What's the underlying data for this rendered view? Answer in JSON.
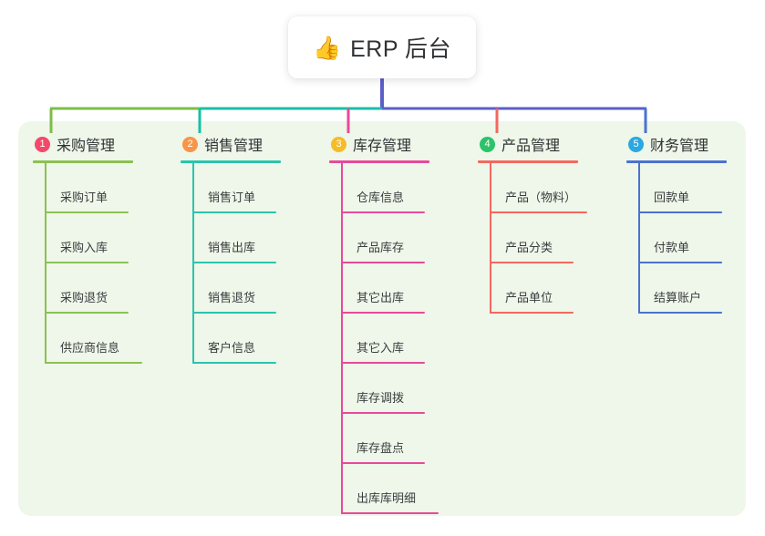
{
  "root": {
    "icon": "thumbs-up-icon",
    "emoji": "👍",
    "title": "ERP 后台"
  },
  "panel": {
    "background_color": "#eef7e9"
  },
  "connector_colors": {
    "root_stem": "#5b5fc7",
    "bar_left": "#7cbe4a",
    "bar_mid": "#18bfa6",
    "bar_right": "#5b5fc7",
    "drop_1": "#7cbe4a",
    "drop_2": "#18bfa6",
    "drop_3": "#ec4899",
    "drop_4": "#f4685f",
    "drop_5": "#4a72d0"
  },
  "columns": [
    {
      "index": "1",
      "title": "采购管理",
      "badge_color": "#f2496b",
      "line_color": "#8cc152",
      "items": [
        {
          "label": "采购订单"
        },
        {
          "label": "采购入库"
        },
        {
          "label": "采购退货"
        },
        {
          "label": "供应商信息"
        }
      ]
    },
    {
      "index": "2",
      "title": "销售管理",
      "badge_color": "#f79548",
      "line_color": "#2bc4ae",
      "items": [
        {
          "label": "销售订单"
        },
        {
          "label": "销售出库"
        },
        {
          "label": "销售退货"
        },
        {
          "label": "客户信息"
        }
      ]
    },
    {
      "index": "3",
      "title": "库存管理",
      "badge_color": "#f5bc2a",
      "line_color": "#e8499a",
      "items": [
        {
          "label": "仓库信息"
        },
        {
          "label": "产品库存"
        },
        {
          "label": "其它出库"
        },
        {
          "label": "其它入库"
        },
        {
          "label": "库存调拨"
        },
        {
          "label": "库存盘点"
        },
        {
          "label": "出库库明细"
        }
      ]
    },
    {
      "index": "4",
      "title": "产品管理",
      "badge_color": "#2bc36a",
      "line_color": "#f4685f",
      "items": [
        {
          "label": "产品（物料）"
        },
        {
          "label": "产品分类"
        },
        {
          "label": "产品单位"
        }
      ]
    },
    {
      "index": "5",
      "title": "财务管理",
      "badge_color": "#2aa8e0",
      "line_color": "#4a72d0",
      "items": [
        {
          "label": "回款单"
        },
        {
          "label": "付款单"
        },
        {
          "label": "结算账户"
        }
      ]
    }
  ]
}
